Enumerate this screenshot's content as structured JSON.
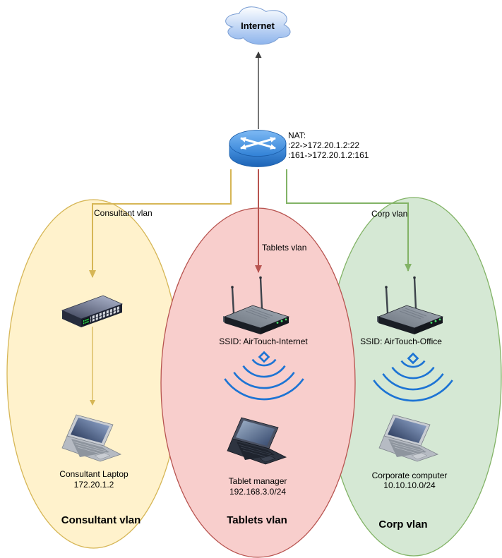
{
  "diagram": {
    "internet_label": "Internet",
    "router": {
      "nat_title": "NAT:",
      "nat_rule_ssh": ":22->172.20.1.2:22",
      "nat_rule_snmp": ":161->172.20.1.2:161"
    },
    "wifi_color": "#1d74d4",
    "vlans": {
      "consultant": {
        "tag": "Consultant vlan",
        "title": "Consultant vlan",
        "device_name": "Consultant Laptop",
        "device_address": "172.20.1.2",
        "colors": {
          "fill": "#fff2cc",
          "stroke": "#d6b656"
        }
      },
      "tablets": {
        "tag": "Tablets vlan",
        "title": "Tablets vlan",
        "ssid": "SSID: AirTouch-Internet",
        "device_name": "Tablet manager",
        "device_address": "192.168.3.0/24",
        "colors": {
          "fill": "#f8cecc",
          "stroke": "#b85450"
        }
      },
      "corp": {
        "tag": "Corp vlan",
        "title": "Corp vlan",
        "ssid": "SSID: AirTouch-Office",
        "device_name": "Corporate computer",
        "device_address": "10.10.10.0/24",
        "colors": {
          "fill": "#d5e8d4",
          "stroke": "#82b366"
        }
      }
    }
  }
}
